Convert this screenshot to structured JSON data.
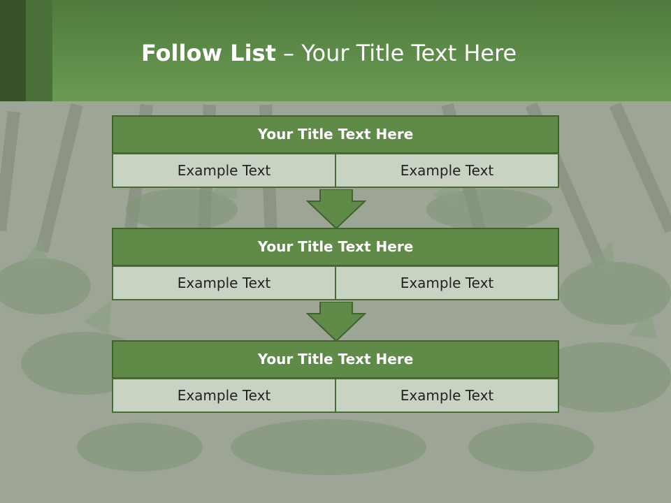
{
  "colors": {
    "header": "#5f8a48",
    "accent_dark": "#375229",
    "block_title": "#5f8a48",
    "cell": "#c9d3c3",
    "border": "#42612f"
  },
  "slide": {
    "title_bold": "Follow List",
    "title_rest": " – Your Title Text Here"
  },
  "blocks": [
    {
      "title": "Your Title Text Here",
      "left": "Example Text",
      "right": "Example Text"
    },
    {
      "title": "Your Title Text Here",
      "left": "Example Text",
      "right": "Example Text"
    },
    {
      "title": "Your Title Text Here",
      "left": "Example Text",
      "right": "Example Text"
    }
  ]
}
